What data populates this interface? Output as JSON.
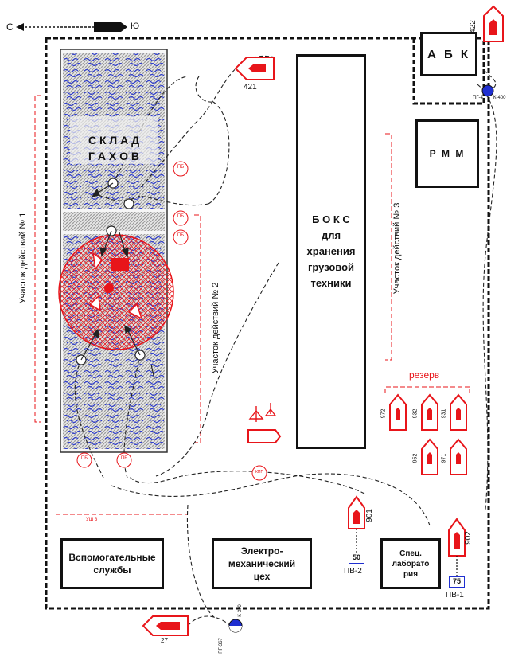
{
  "compass": {
    "south": "С",
    "north": "Ю"
  },
  "buildings": {
    "sklad": "С К Л А Д\nГ А Х О В",
    "boks": "Б О К С\nдля\nхранения\nгрузовой\nтехники",
    "abk": "А Б К",
    "rmm": "Р М М",
    "auxiliary": "Вспомогательные\nслужбы",
    "electro": "Электро-\nмеханический\nцех",
    "spec_lab": "Спец.\nлаборато\nрия"
  },
  "sections": {
    "s1": "Участок действий № 1",
    "s2": "Участок действий № 2",
    "s3": "Участок действий № 3"
  },
  "markers": {
    "pb": "ПБ",
    "kpp": "КПП",
    "ush": "УШ 3",
    "reserve": "резерв"
  },
  "vehicles": {
    "v421": "421",
    "v422": "422",
    "v901": "901",
    "v902": "902",
    "v27": "27",
    "r1": "972",
    "r2": "932",
    "r3": "931",
    "r4": "952",
    "r5": "971"
  },
  "water_sources": {
    "pv1_num": "75",
    "pv1_label": "ПВ-1",
    "pv2_num": "50",
    "pv2_label": "ПВ-2",
    "pg4": "ПГ-4",
    "k400": "К-400",
    "pg367": "ПГ-367",
    "k350": "К-350"
  },
  "colors": {
    "fire": "#e8151a",
    "water": "#1f2fd1",
    "ink": "#111111",
    "hatch": "#b9b9b9"
  }
}
